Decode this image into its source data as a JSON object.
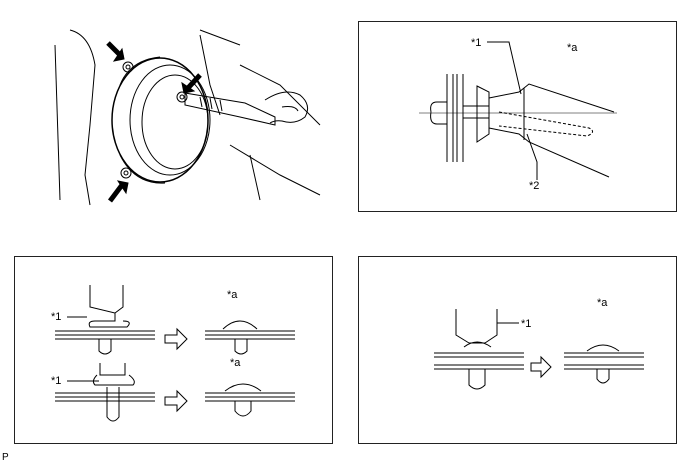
{
  "figure_code": "P",
  "top_right": {
    "label_a": "*a",
    "label_1": "*1",
    "label_2": "*2"
  },
  "bottom_left": {
    "label_a_upper": "*a",
    "label_a_lower": "*a",
    "label_1_upper": "*1",
    "label_1_lower": "*1"
  },
  "bottom_right": {
    "label_a": "*a",
    "label_1": "*1"
  },
  "colors": {
    "stroke": "#000000",
    "panel_border": "#222222",
    "background": "#ffffff"
  }
}
